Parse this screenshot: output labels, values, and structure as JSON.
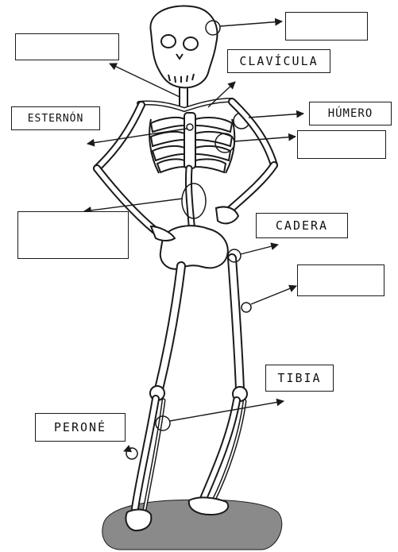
{
  "labels": {
    "clavicula": "CLAVÍCULA",
    "esternon": "ESTERNÓN",
    "humero": "HÚMERO",
    "cadera": "CADERA",
    "tibia": "TIBIA",
    "perone": "PERONÉ"
  },
  "blanks": [
    "skull-answer",
    "spine-answer",
    "left-hand-answer",
    "ribs-answer",
    "femur-answer"
  ],
  "colors": {
    "ink": "#1a1a1a",
    "shadow": "#8a8a8a",
    "bone": "#ffffff"
  }
}
